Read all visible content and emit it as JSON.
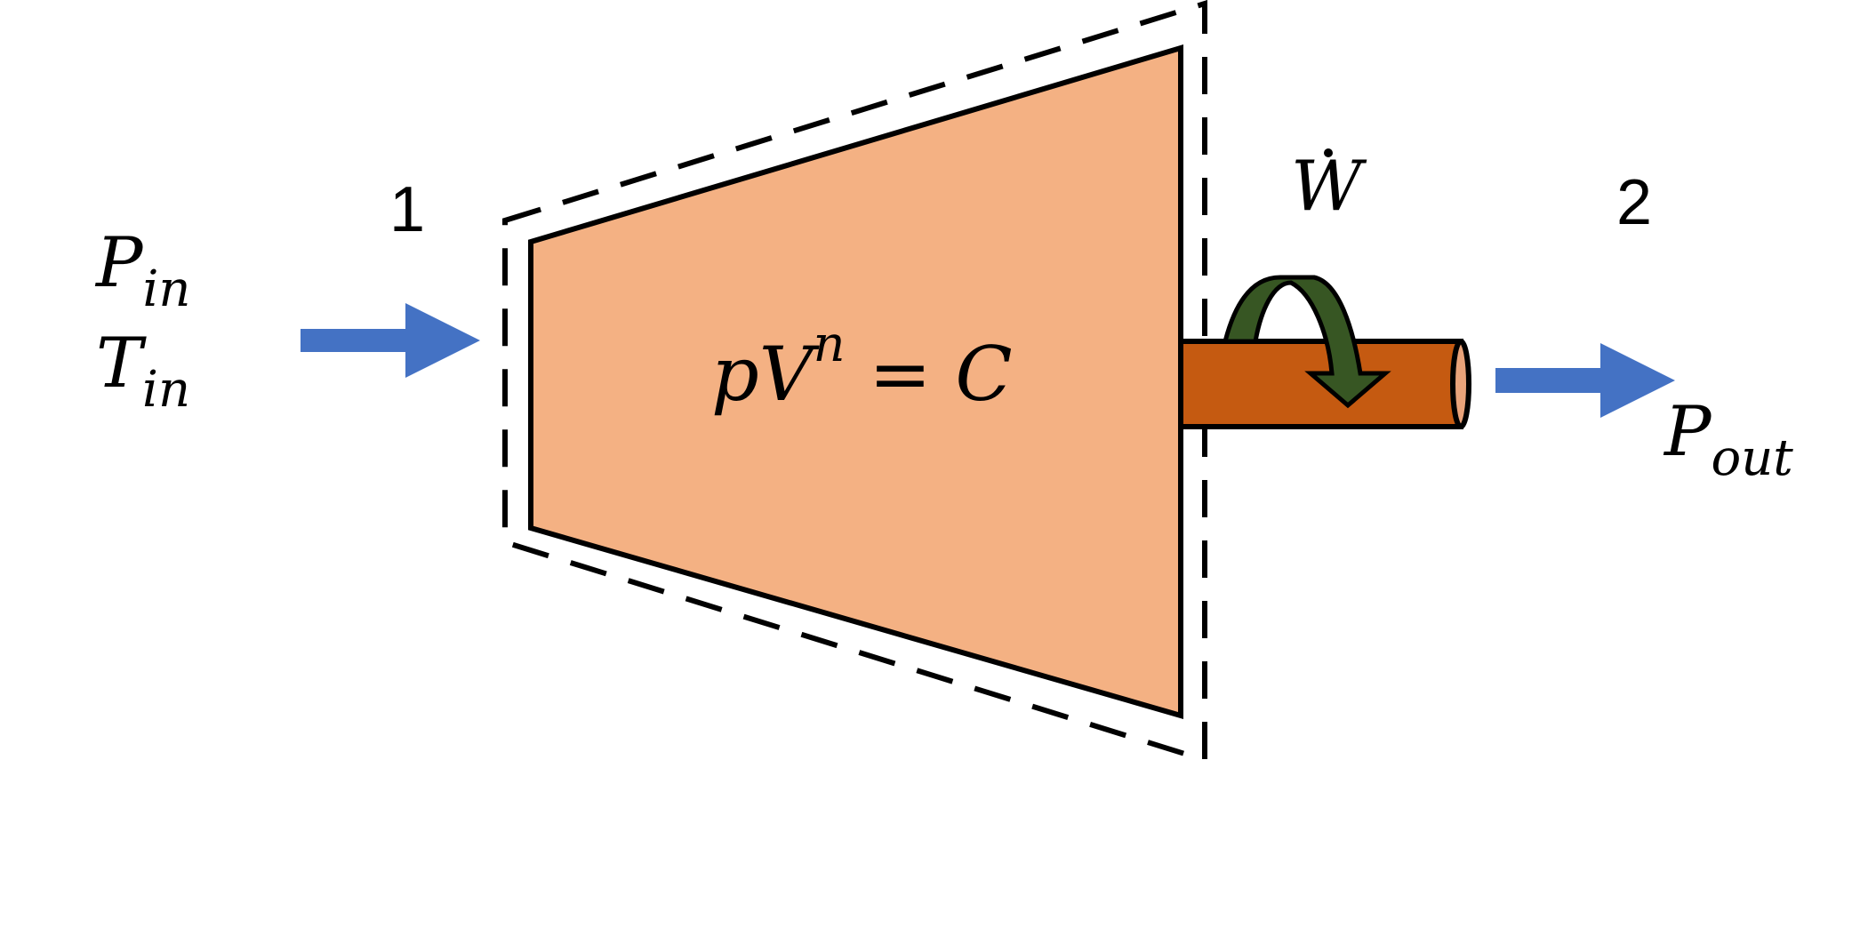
{
  "labels": {
    "station_in": "1",
    "station_out": "2",
    "inlet_pressure": {
      "base": "P",
      "sub": "in"
    },
    "inlet_temperature": {
      "base": "T",
      "sub": "in"
    },
    "outlet_pressure": {
      "base": "P",
      "sub": "out"
    },
    "work_rate": "W",
    "process_equation": {
      "p": "p",
      "V": "V",
      "n": "n",
      "rest": " = C"
    }
  },
  "colors": {
    "compressor_fill": "#F4B183",
    "shaft_fill": "#C55A11",
    "rotation_arrow_fill": "#375623",
    "flow_arrow_fill": "#4472C4",
    "outline": "#000000"
  },
  "icons": {
    "inlet_arrow": "arrow-right-icon",
    "outlet_arrow": "arrow-right-icon",
    "rotation_arrow": "curved-arrow-icon"
  }
}
